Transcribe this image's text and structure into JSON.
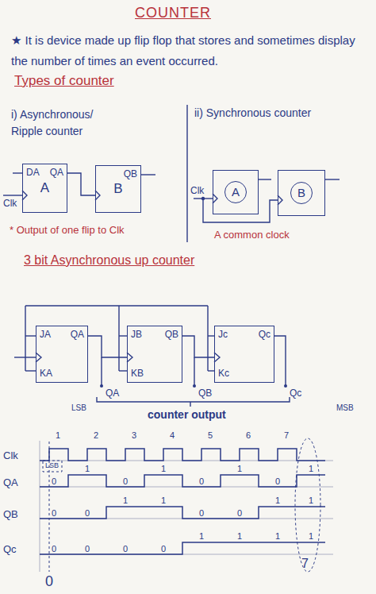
{
  "diagram": {
    "title": "COUNTER",
    "nodes": [
      {
        "text": [
          "DA",
          "QA",
          "A"
        ]
      },
      {
        "text": [
          "QB",
          "B"
        ]
      },
      {
        "text": [
          "A"
        ]
      },
      {
        "text": [
          "B"
        ]
      },
      {
        "text": [
          "JA",
          "KA",
          "QA"
        ]
      },
      {
        "text": [
          "JB",
          "KB",
          "QB"
        ]
      },
      {
        "text": [
          "Jc",
          "Kc",
          "Qc"
        ]
      }
    ],
    "edges": [
      {
        "from": 0,
        "to": 1,
        "arrow": "none"
      },
      {
        "from": 4,
        "to": 5,
        "arrow": "none"
      },
      {
        "from": 5,
        "to": 6,
        "arrow": "none"
      }
    ],
    "labels": [
      "★ It is device made up flip flop that stores and sometimes display the number of times an event occurred.",
      "Types of counter",
      "i) Asynchronous/ Ripple counter",
      "ii) Synchronous counter",
      "Clk",
      "* Output of one flip to Clk",
      "Clk",
      "A common clock",
      "3 bit Asynchronous up counter",
      "QA",
      "QB",
      "Qc",
      "LSB",
      "counter output",
      "MSB",
      "Clk",
      "QA",
      "QB",
      "Qc",
      "1",
      "2",
      "3",
      "4",
      "5",
      "6",
      "7",
      "LSB",
      "0",
      "7",
      "0",
      "1",
      "0",
      "1",
      "0",
      "1",
      "0",
      "1",
      "0",
      "0",
      "1",
      "1",
      "0",
      "0",
      "1",
      "1",
      "0",
      "0",
      "0",
      "0",
      "1",
      "1",
      "1",
      "1"
    ]
  }
}
